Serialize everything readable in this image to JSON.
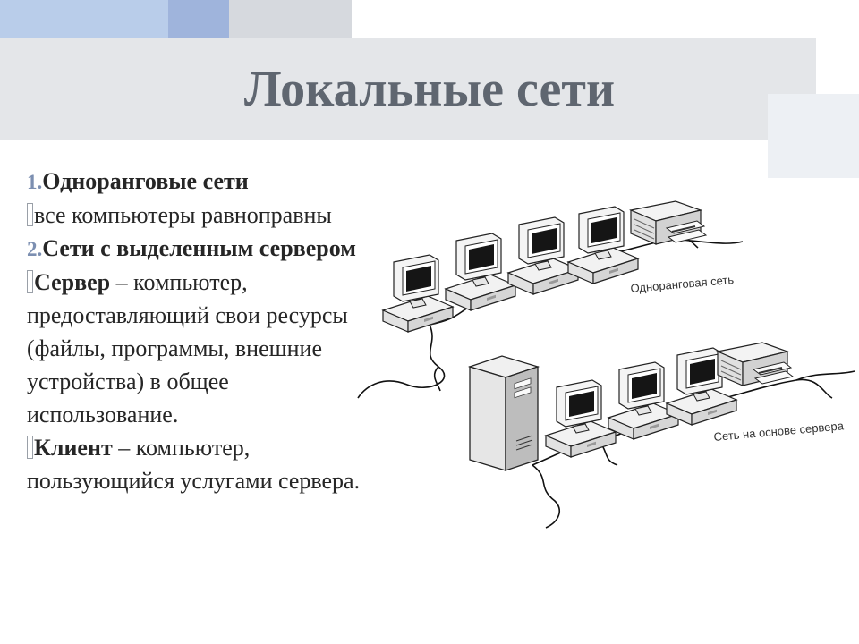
{
  "slide": {
    "title": "Локальные сети"
  },
  "items": [
    {
      "number": "1.",
      "heading": "Одноранговые сети"
    },
    {
      "text": "все компьютеры равноправны"
    },
    {
      "number": "2.",
      "heading": "Сети с выделенным сервером"
    },
    {
      "term": "Сервер",
      "rest": " – компьютер,",
      "lines": [
        "предоставляющий свои ресурсы",
        "(файлы, программы, внешние",
        "устройства) в общее",
        "использование."
      ]
    },
    {
      "term": "Клиент",
      "rest": " – компьютер,",
      "lines": [
        "пользующийся услугами сервера."
      ]
    }
  ],
  "illustration": {
    "peer_caption": "Одноранговая сеть",
    "server_caption": "Сеть на основе сервера",
    "icons": [
      "computer-icon",
      "printer-icon",
      "server-tower-icon"
    ]
  },
  "colors": {
    "title_band": "#e4e6e9",
    "title_text": "#5f6670",
    "number_accent": "#7c8fb1",
    "deco_light_blue": "#b9cdea",
    "deco_blue": "#9fb4dc",
    "deco_gray": "#d6d9de"
  }
}
